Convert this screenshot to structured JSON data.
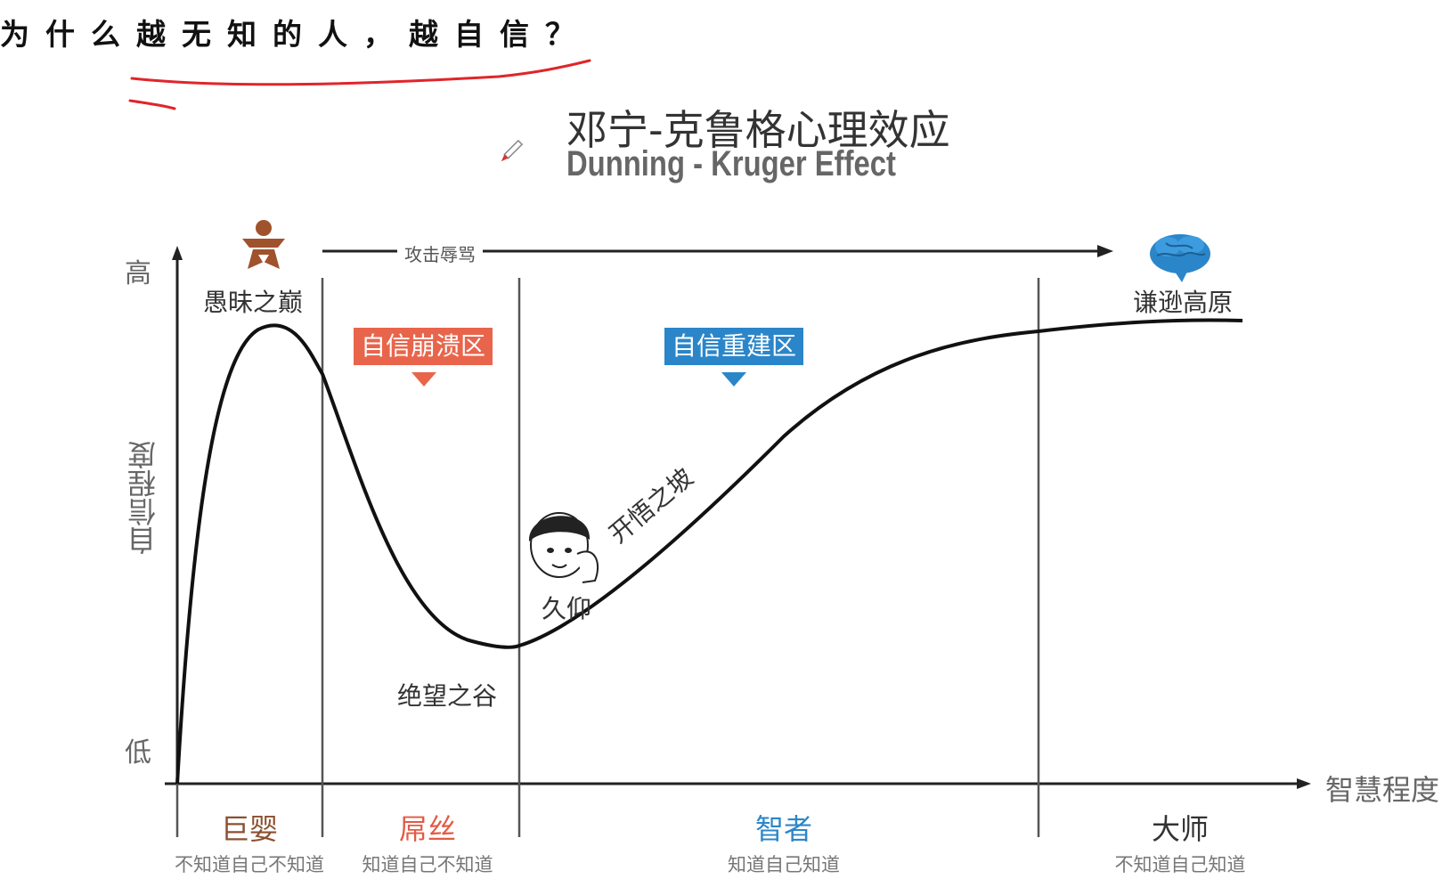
{
  "question": "为什么越无知的人，越自信？",
  "title": {
    "chinese": "邓宁-克鲁格心理效应",
    "english": "Dunning - Kruger Effect"
  },
  "y_axis": {
    "high": "高",
    "low": "低",
    "title": "自信程度"
  },
  "x_axis": {
    "title": "智慧程度"
  },
  "curve_labels": {
    "peak": "愚昧之巅",
    "valley": "绝望之谷",
    "slope": "开悟之坡",
    "plateau": "谦逊高原",
    "pioneer": "久仰"
  },
  "arrow_label": "攻击辱骂",
  "zones": {
    "collapse": {
      "label": "自信崩溃区",
      "color": "#e8654c"
    },
    "rebuild": {
      "label": "自信重建区",
      "color": "#2b86c9"
    }
  },
  "stages": [
    {
      "name": "巨婴",
      "description": "不知道自己不知道",
      "color": "#8b5030"
    },
    {
      "name": "屌丝",
      "description": "知道自己不知道",
      "color": "#e25a45"
    },
    {
      "name": "智者",
      "description": "知道自己知道",
      "color": "#2b86c9"
    },
    {
      "name": "大师",
      "description": "不知道自己知道",
      "color": "#333333"
    }
  ],
  "icons": {
    "peak": "baby-icon",
    "plateau": "brain-icon",
    "valley": "meme-face-icon",
    "cursor": "pen-cursor-icon"
  }
}
